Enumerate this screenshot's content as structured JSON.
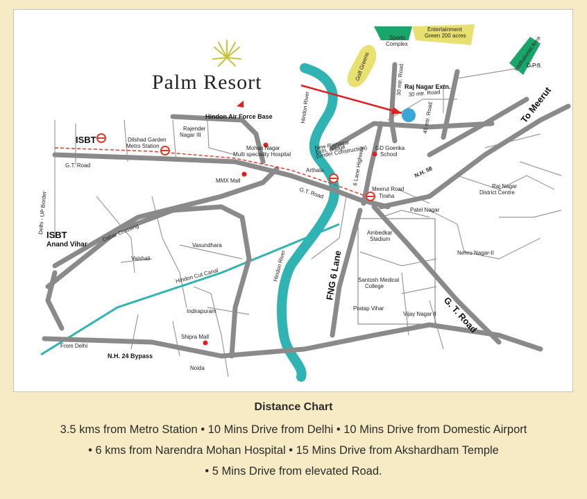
{
  "brand": {
    "name": "Palm Resort"
  },
  "roads": {
    "gt_road_west": "G.T. Road",
    "gt_road_mid": "G.T. Road",
    "gt_road_east": "G. T. Road",
    "nh58": "N.H. 58",
    "nh24": "N.H. 24 Bypass",
    "fng": "FNG 6 Lane",
    "six_lane_hwy": "6 Lane Highway",
    "to_meerut": "To Meerut",
    "dabar_crossing": "Dabar Crossing",
    "hindon_cut_canal": "Hindon Cut Canal",
    "road_30": "30 mtr. Road",
    "road_30b": "30 mtr. Road",
    "road_45": "45 mtr. Road",
    "from_delhi": "From Delhi",
    "border": "Delhi - UP Border"
  },
  "places": {
    "hindon_afb": "Hindon Air Force Base",
    "rajender": [
      "Rajender",
      "Nagar III"
    ],
    "dilshad": [
      "Dilshad Garden",
      "Metro Station"
    ],
    "isbt": "ISBT",
    "isbt_av": [
      "ISBT",
      "Anand Vihar"
    ],
    "mohan_nagar": [
      "Mohan Nagar",
      "Multi speciality Hospital"
    ],
    "mmx": "MMX Mall",
    "arthala": "Arthala",
    "bridge": [
      "New Rajnagar",
      "Extn. Bridge",
      "(Under Construction)"
    ],
    "gd_goenka": [
      "GD Goenka",
      "School"
    ],
    "meerut_road": [
      "Meerut Road",
      "Tiraha"
    ],
    "patel_nagar": "Patel Nagar",
    "raj_nagar_dc": [
      "Raj Nagar",
      "District Centre"
    ],
    "ambedkar": [
      "Ambedkar",
      "Stadium"
    ],
    "santosh": [
      "Santosh Medical",
      "College"
    ],
    "pratap_vihar": "Pratap Vihar",
    "vijay_nagar": "Vijay Nagar II",
    "nehru_nagar": "Nehru Nagar-II",
    "vaishali": "Vaishali",
    "vasundhara": "Vasundhara",
    "indirapuram": "Indirapuram",
    "shipra": "Shipra Mall",
    "noida": "Noida",
    "hindon_river_n": "Hindon River",
    "hindon_river_s": "Hindon River",
    "raj_nagar_extn": "Raj Nagar Extn.",
    "sports": [
      "Sports",
      "Complex"
    ],
    "entertainment": [
      "Entertainment",
      "Green 200 acres"
    ],
    "golf": "Golf Greens",
    "institutional": "Institutional Area",
    "dps": "D.P.S."
  },
  "colors": {
    "road": "#8a8a8a",
    "river": "#2fb3b3",
    "metro": "#e03a2a",
    "resort": "#3aa6d8",
    "green": "#1aa56a",
    "yellow": "#e8e070"
  },
  "distance_chart": {
    "title": "Distance Chart",
    "line1": "3.5 kms from Metro Station • 10 Mins Drive from Delhi • 10 Mins Drive from Domestic Airport",
    "line2": "• 6 kms from Narendra Mohan Hospital • 15 Mins Drive from Akshardham Temple",
    "line3": "• 5 Mins Drive from elevated Road."
  }
}
